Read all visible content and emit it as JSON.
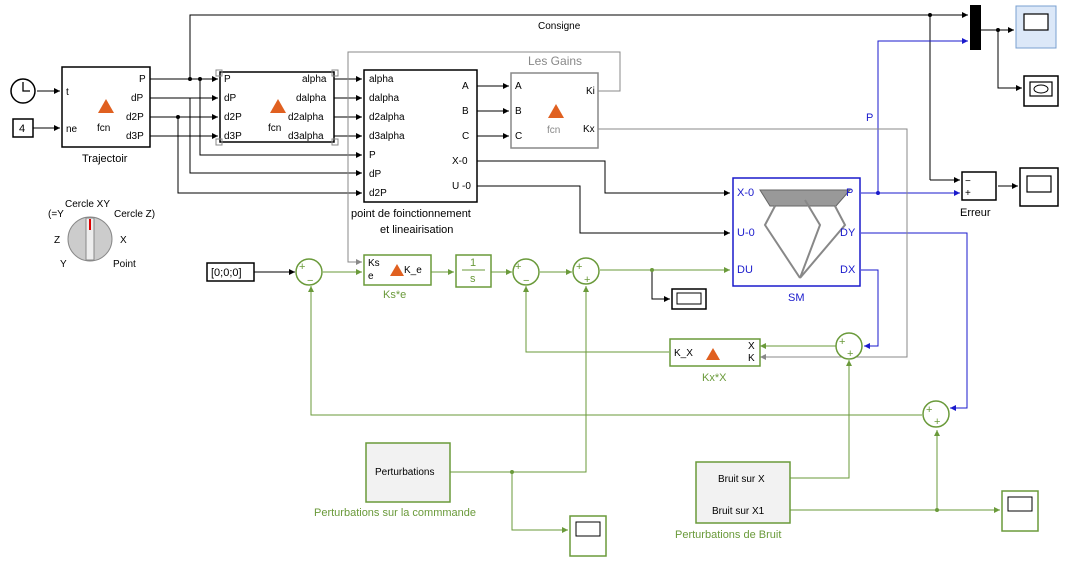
{
  "signals": {
    "consigne": "Consigne",
    "p": "P"
  },
  "blocks": {
    "const4": "4",
    "vector0": "[0;0;0]",
    "trajectoir": {
      "label": "Trajectoir",
      "fcn": "fcn",
      "in": [
        "t",
        "ne"
      ],
      "out": [
        "P",
        "dP",
        "d2P",
        "d3P"
      ]
    },
    "mid": {
      "fcn": "fcn",
      "in": [
        "P",
        "dP",
        "d2P",
        "d3P"
      ],
      "out": [
        "alpha",
        "dalpha",
        "d2alpha",
        "d3alpha"
      ]
    },
    "pfl": {
      "label1": "point de foinctionnement",
      "label2": "et lineairisation",
      "in": [
        "alpha",
        "dalpha",
        "d2alpha",
        "d3alpha",
        "P",
        "dP",
        "d2P"
      ],
      "out": [
        "A",
        "B",
        "C",
        "X-0",
        "U -0"
      ]
    },
    "gains": {
      "title": "Les Gains",
      "fcn": "fcn",
      "in": [
        "A",
        "B",
        "C"
      ],
      "out": [
        "Ki",
        "Kx"
      ]
    },
    "ks": {
      "in1": "Ks",
      "in2": "e",
      "out": "K_e",
      "label": "Ks*e"
    },
    "integrator": {
      "num": "1",
      "den": "s"
    },
    "sm": {
      "in": [
        "X-0",
        "U-0",
        "DU"
      ],
      "out": [
        "P",
        "DY",
        "DX"
      ],
      "label": "SM"
    },
    "kx": {
      "in": "K_X",
      "out1": "X",
      "out2": "K",
      "label": "Kx*X"
    },
    "erreur": {
      "label": "Erreur",
      "minus": "−",
      "plus": "+"
    },
    "switch": {
      "top": "Cercle XY",
      "left1": "(=Y",
      "right1": "Cercle Z)",
      "z": "Z",
      "x": "X",
      "y": "Y",
      "point": "Point"
    },
    "perturb": {
      "text": "Perturbations",
      "label": "Perturbations sur la commmande"
    },
    "bruit": {
      "out1": "Bruit sur X",
      "out2": "Bruit sur X1",
      "label": "Perturbations de Bruit"
    }
  },
  "sum_signs": {
    "plus": "+",
    "minus": "−"
  }
}
